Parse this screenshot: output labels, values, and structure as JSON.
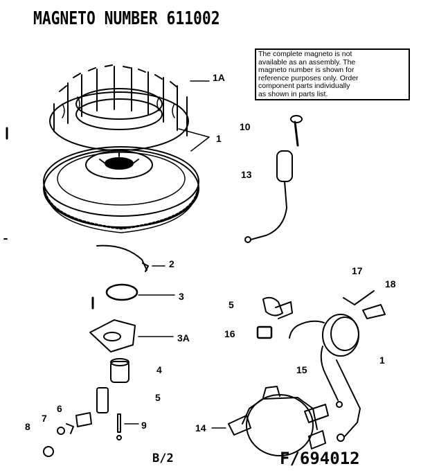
{
  "diagram": {
    "title": "MAGNETO NUMBER 611002",
    "note": [
      "The complete magneto is not",
      "available as an assembly. The",
      "magneto number is shown for",
      "reference purposes only. Order",
      "component parts individually",
      "as shown in parts list."
    ],
    "callouts": {
      "c1A": "1A",
      "c1": "1",
      "c10": "10",
      "c13": "13",
      "c2": "2",
      "c3": "3",
      "c3A": "3A",
      "c4": "4",
      "c5a": "5",
      "c5b": "5",
      "c6": "6",
      "c7": "7",
      "c8": "8",
      "c9": "9",
      "c14": "14",
      "c15": "15",
      "c16": "16",
      "c17": "17",
      "c18": "18",
      "c1b": "1"
    },
    "page_code": "B/2",
    "figure_number": "F/694012"
  }
}
